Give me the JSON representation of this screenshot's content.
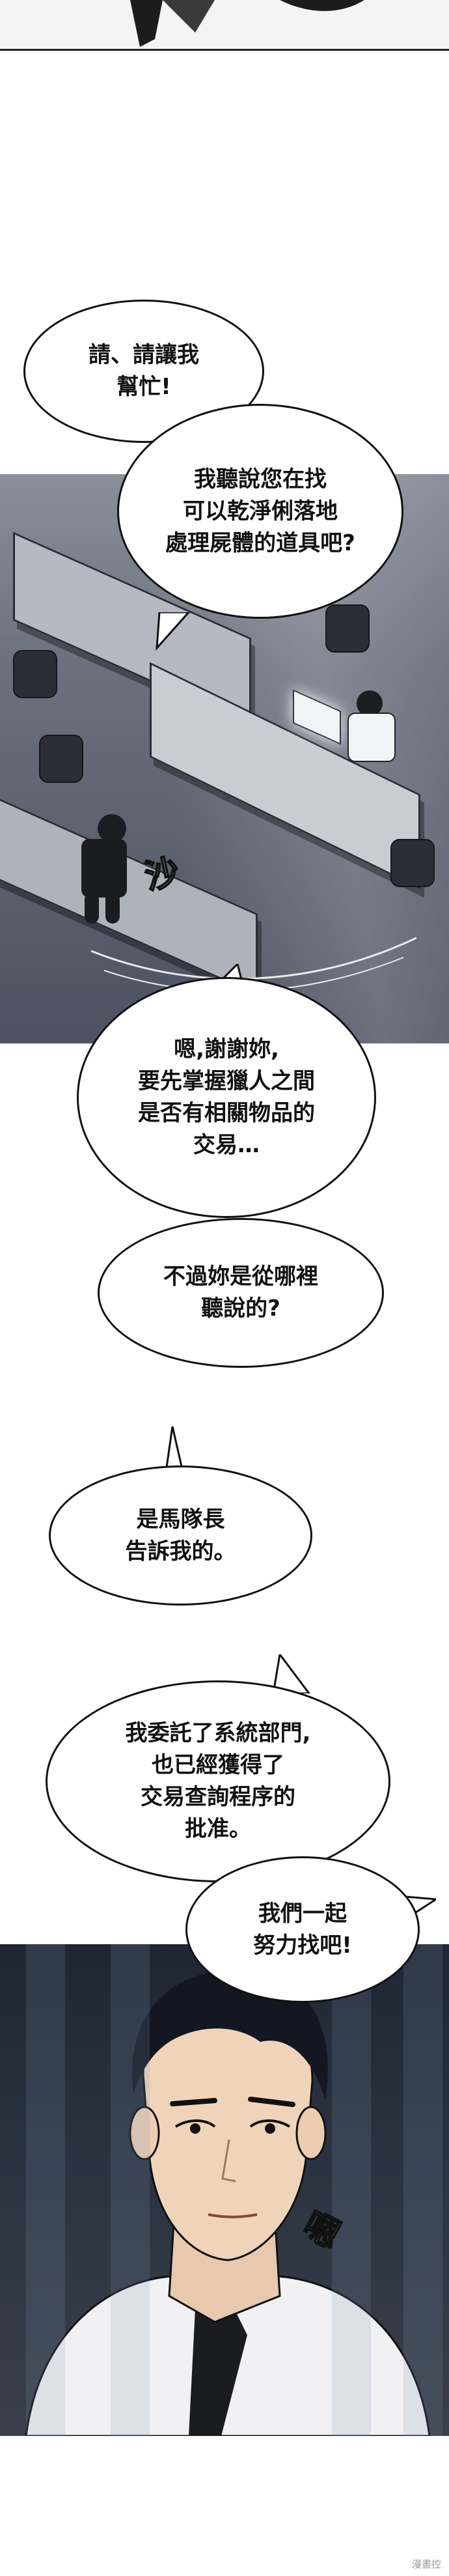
{
  "bubbles": {
    "b1": "請、請讓我\n幫忙!",
    "b2": "我聽說您在找\n可以乾淨俐落地\n處理屍體的道具吧?",
    "b3": "嗯,謝謝妳,\n要先掌握獵人之間\n是否有相關物品的\n交易…",
    "b4": "不過妳是從哪裡\n聽說的?",
    "b5": "是馬隊長\n告訴我的。",
    "b6": "我委託了系統部門,\n也已經獲得了\n交易查詢程序的\n批准。",
    "b7": "我們一起\n努力找吧!"
  },
  "sfx": {
    "s1": "沙",
    "s2": "嗯"
  },
  "watermark": "漫畫控"
}
